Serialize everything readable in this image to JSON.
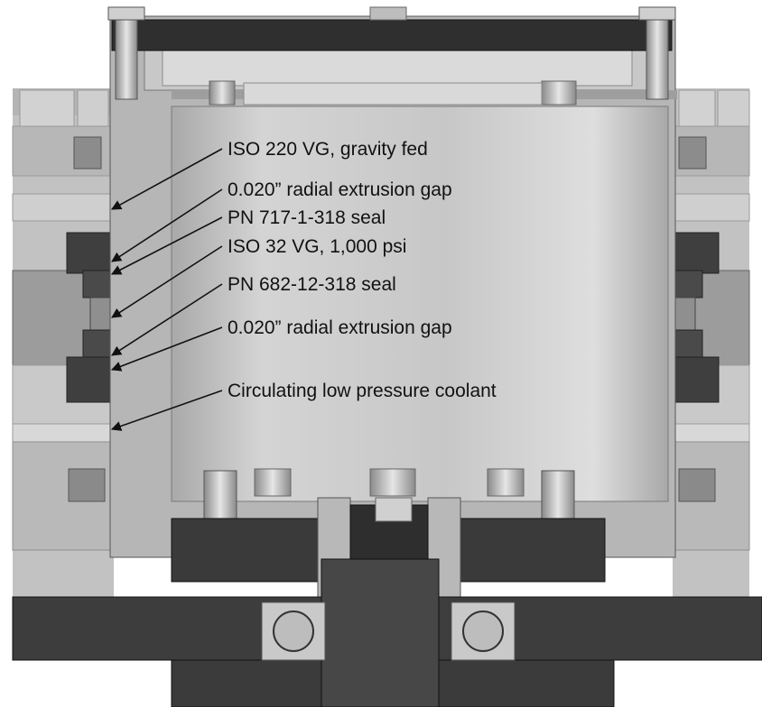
{
  "labels": [
    "ISO 220 VG, gravity fed",
    "0.020” radial extrusion gap",
    "PN 717-1-318 seal",
    "ISO 32 VG, 1,000 psi",
    "PN 682-12-318 seal",
    "0.020” radial extrusion gap",
    "Circulating low pressure coolant"
  ],
  "colors": {
    "dark": "#3a3a3a",
    "mid": "#8e8e8e",
    "light": "#bdbdbd",
    "lighter": "#d6d6d6",
    "highlight": "#ececec"
  }
}
